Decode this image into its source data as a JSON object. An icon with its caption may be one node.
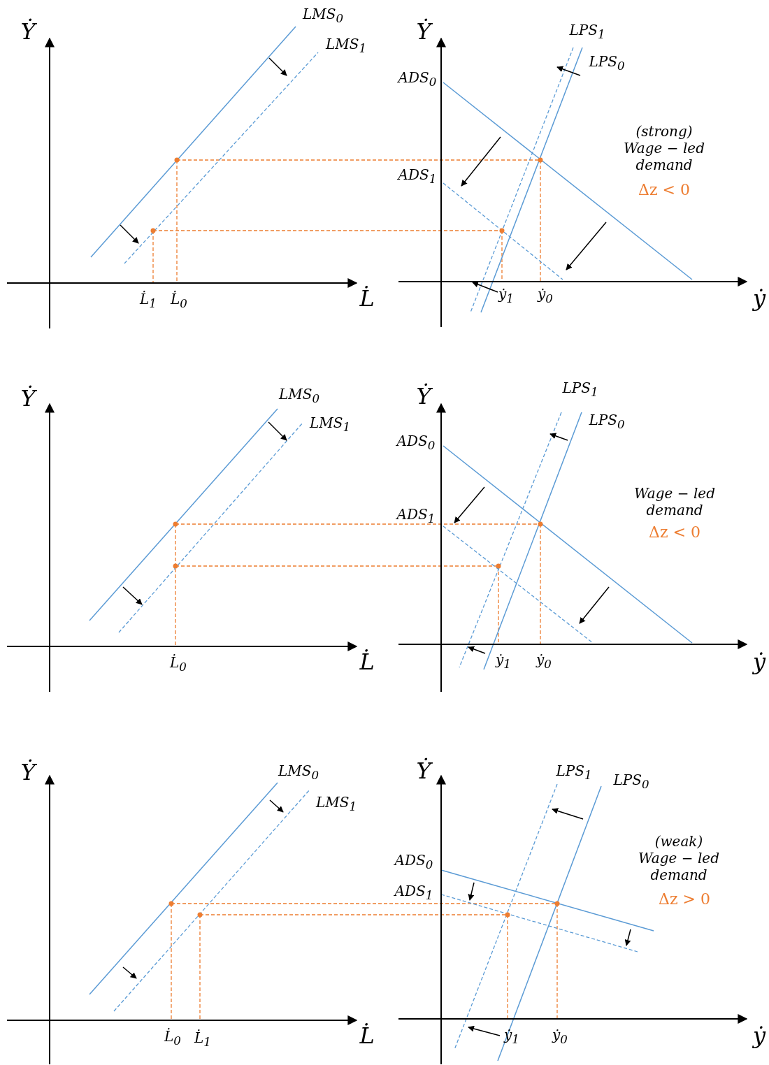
{
  "diagram": {
    "labels": [
      "Ẏ",
      "LMS$_{0}$",
      "LMS$_{1}$",
      "L̇$_{1}$",
      "L̇$_{0}$",
      "L̇",
      "Ẏ",
      "LPS$_{1}$",
      "LPS$_{0}$",
      "ADS$_{0}$",
      "ADS$_{1}$",
      "(strong) Wage − led demand",
      "Δz < 0",
      "ẏ$_{1}$",
      "ẏ$_{0}$",
      "ẏ",
      "Ẏ",
      "LMS$_{0}$",
      "LMS$_{1}$",
      "L̇$_{0}$",
      "L̇",
      "Ẏ",
      "LPS$_{1}$",
      "LPS$_{0}$",
      "ADS$_{0}$",
      "ADS$_{1}$",
      "Wage − led demand",
      "Δz < 0",
      "ẏ$_{1}$",
      "ẏ$_{0}$",
      "ẏ",
      "Ẏ",
      "LMS$_{0}$",
      "LMS$_{1}$",
      "L̇$_{0}$",
      "L̇$_{1}$",
      "L̇",
      "Ẏ",
      "LPS$_{1}$",
      "LPS$_{0}$",
      "ADS$_{0}$",
      "ADS$_{1}$",
      "(weak) Wage − led demand",
      "Δz > 0",
      "ẏ$_{1}$",
      "ẏ$_{0}$",
      "ẏ"
    ]
  }
}
